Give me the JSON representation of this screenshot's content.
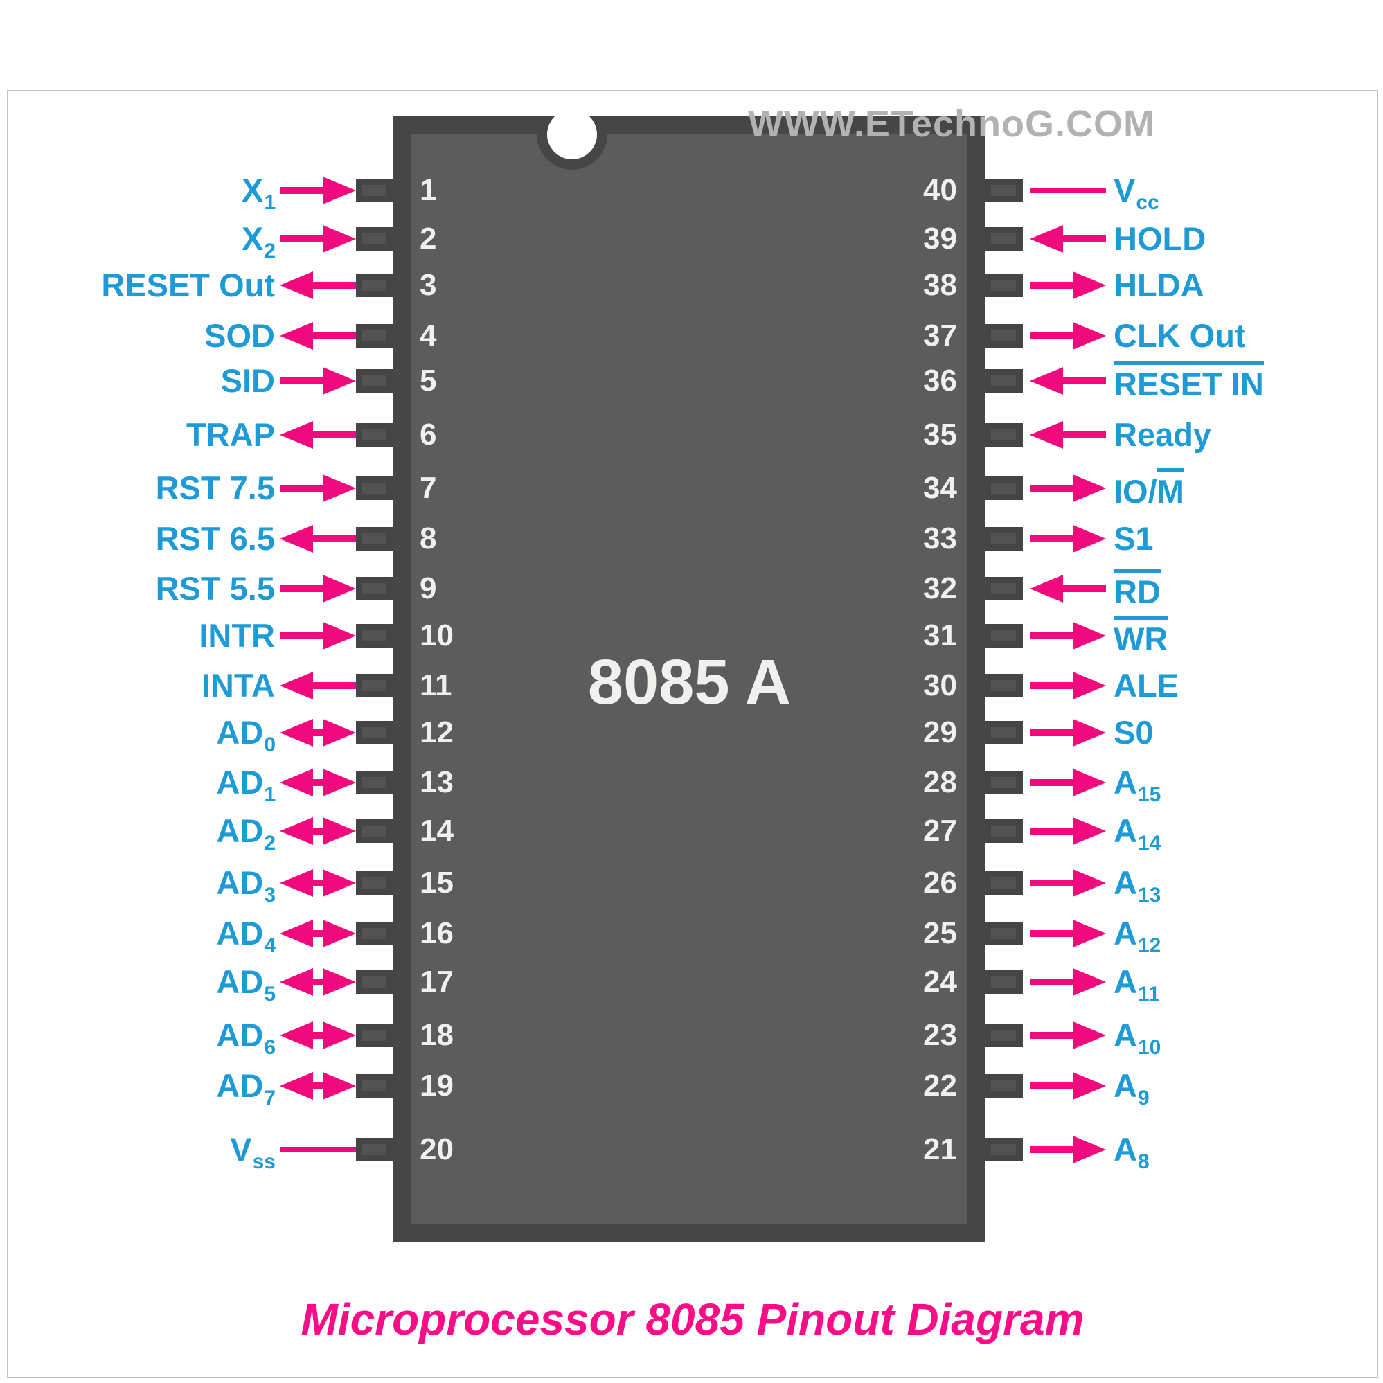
{
  "watermark": "WWW.ETechnoG.COM",
  "chip": {
    "label": "8085 A"
  },
  "title": "Microprocessor 8085 Pinout Diagram",
  "colors": {
    "label_blue": "#1E9AD6",
    "arrow_pink": "#F10A7E",
    "title_pink": "#FB0D87",
    "chip_body": "#5C5C5C",
    "chip_border": "#464646",
    "pin_text": "#F1F0EE",
    "watermark_gray": "#B2B2B2"
  },
  "left_pins": [
    {
      "number": "1",
      "label": "X",
      "label_sub": "1",
      "direction": "in"
    },
    {
      "number": "2",
      "label": "X",
      "label_sub": "2",
      "direction": "in"
    },
    {
      "number": "3",
      "label": "RESET Out",
      "direction": "out"
    },
    {
      "number": "4",
      "label": "SOD",
      "direction": "out"
    },
    {
      "number": "5",
      "label": "SID",
      "direction": "in"
    },
    {
      "number": "6",
      "label": "TRAP",
      "direction": "out"
    },
    {
      "number": "7",
      "label": "RST 7.5",
      "direction": "in"
    },
    {
      "number": "8",
      "label": "RST 6.5",
      "direction": "out"
    },
    {
      "number": "9",
      "label": "RST 5.5",
      "direction": "in"
    },
    {
      "number": "10",
      "label": "INTR",
      "direction": "in"
    },
    {
      "number": "11",
      "label": "INTA",
      "direction": "out"
    },
    {
      "number": "12",
      "label": "AD",
      "label_sub": "0",
      "direction": "bidir"
    },
    {
      "number": "13",
      "label": "AD",
      "label_sub": "1",
      "direction": "bidir"
    },
    {
      "number": "14",
      "label": "AD",
      "label_sub": "2",
      "direction": "bidir"
    },
    {
      "number": "15",
      "label": "AD",
      "label_sub": "3",
      "direction": "bidir"
    },
    {
      "number": "16",
      "label": "AD",
      "label_sub": "4",
      "direction": "bidir"
    },
    {
      "number": "17",
      "label": "AD",
      "label_sub": "5",
      "direction": "bidir"
    },
    {
      "number": "18",
      "label": "AD",
      "label_sub": "6",
      "direction": "bidir"
    },
    {
      "number": "19",
      "label": "AD",
      "label_sub": "7",
      "direction": "bidir"
    },
    {
      "number": "20",
      "label": "V",
      "label_sub": "ss",
      "direction": "plain"
    }
  ],
  "right_pins": [
    {
      "number": "40",
      "label": "V",
      "label_sub": "cc",
      "direction": "plain"
    },
    {
      "number": "39",
      "label": "HOLD",
      "direction": "in"
    },
    {
      "number": "38",
      "label": "HLDA",
      "direction": "out"
    },
    {
      "number": "37",
      "label": "CLK Out",
      "direction": "out"
    },
    {
      "number": "36",
      "label": "RESET IN",
      "overline": "full",
      "direction": "in"
    },
    {
      "number": "35",
      "label": "Ready",
      "direction": "in"
    },
    {
      "number": "34",
      "label": "IO/",
      "overline_suffix": "M",
      "direction": "out"
    },
    {
      "number": "33",
      "label": "S1",
      "direction": "out"
    },
    {
      "number": "32",
      "label": "RD",
      "overline": "full",
      "direction": "in"
    },
    {
      "number": "31",
      "label": "WR",
      "overline": "full",
      "direction": "out"
    },
    {
      "number": "30",
      "label": "ALE",
      "direction": "out"
    },
    {
      "number": "29",
      "label": "S0",
      "direction": "out"
    },
    {
      "number": "28",
      "label": "A",
      "label_sub": "15",
      "direction": "out"
    },
    {
      "number": "27",
      "label": "A",
      "label_sub": "14",
      "direction": "out"
    },
    {
      "number": "26",
      "label": "A",
      "label_sub": "13",
      "direction": "out"
    },
    {
      "number": "25",
      "label": "A",
      "label_sub": "12",
      "direction": "out"
    },
    {
      "number": "24",
      "label": "A",
      "label_sub": "11",
      "direction": "out"
    },
    {
      "number": "23",
      "label": "A",
      "label_sub": "10",
      "direction": "out"
    },
    {
      "number": "22",
      "label": "A",
      "label_sub": "9",
      "direction": "out"
    },
    {
      "number": "21",
      "label": "A",
      "label_sub": "8",
      "direction": "out"
    }
  ]
}
